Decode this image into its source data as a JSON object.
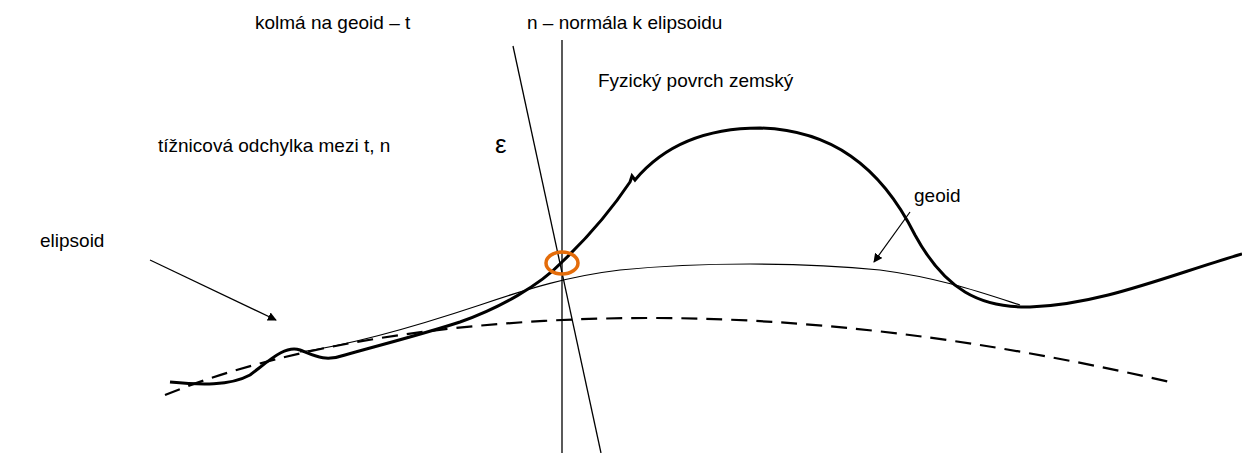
{
  "diagram": {
    "labels": [
      "kolmá na geoid – t",
      "n – normála k elipsoidu",
      "Fyzický povrch zemský",
      "tížnicová odchylka mezi t, n",
      "ε",
      "geoid",
      "elipsoid"
    ]
  }
}
